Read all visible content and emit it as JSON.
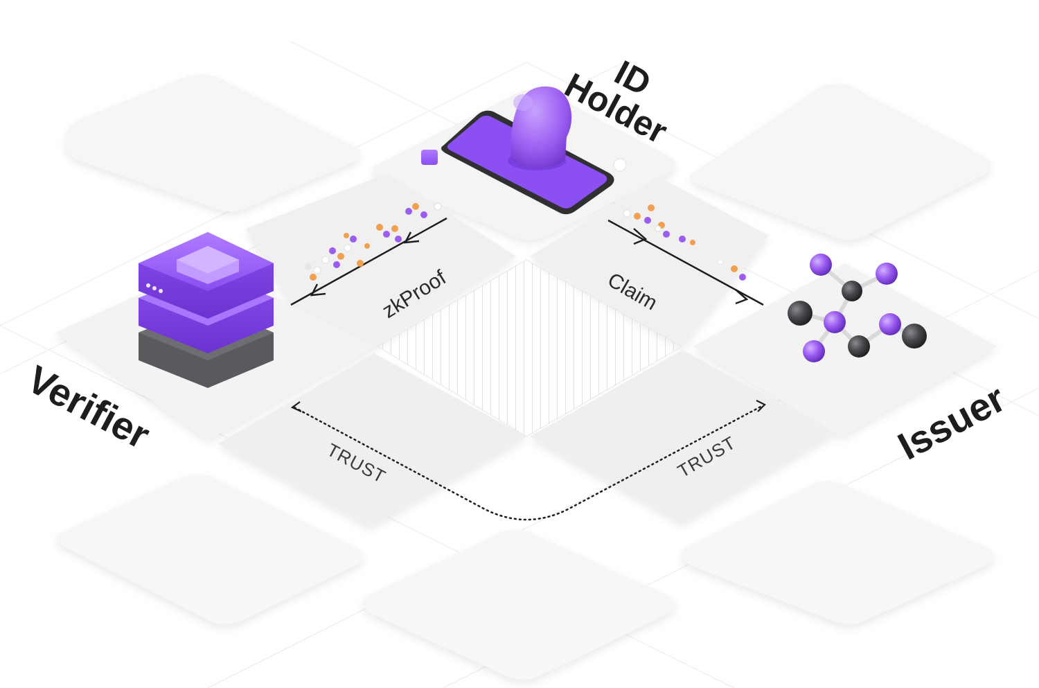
{
  "roles": {
    "id_holder_line1": "ID",
    "id_holder_line2": "Holder",
    "verifier": "Verifier",
    "issuer": "Issuer"
  },
  "flows": {
    "zkproof": "zkProof",
    "claim": "Claim",
    "trust_left": "TRUST",
    "trust_right": "TRUST"
  },
  "colors": {
    "purple": "#9b5cf0",
    "purple_dark": "#6f35c9",
    "tile": "#f4f4f5",
    "tile_shadow": "#e2e2e4",
    "dark": "#3a3a3c",
    "orange": "#f0a050"
  },
  "icons": {
    "id_holder": "phone-with-head-icon",
    "verifier": "server-stack-icon",
    "issuer": "molecule-icon"
  }
}
